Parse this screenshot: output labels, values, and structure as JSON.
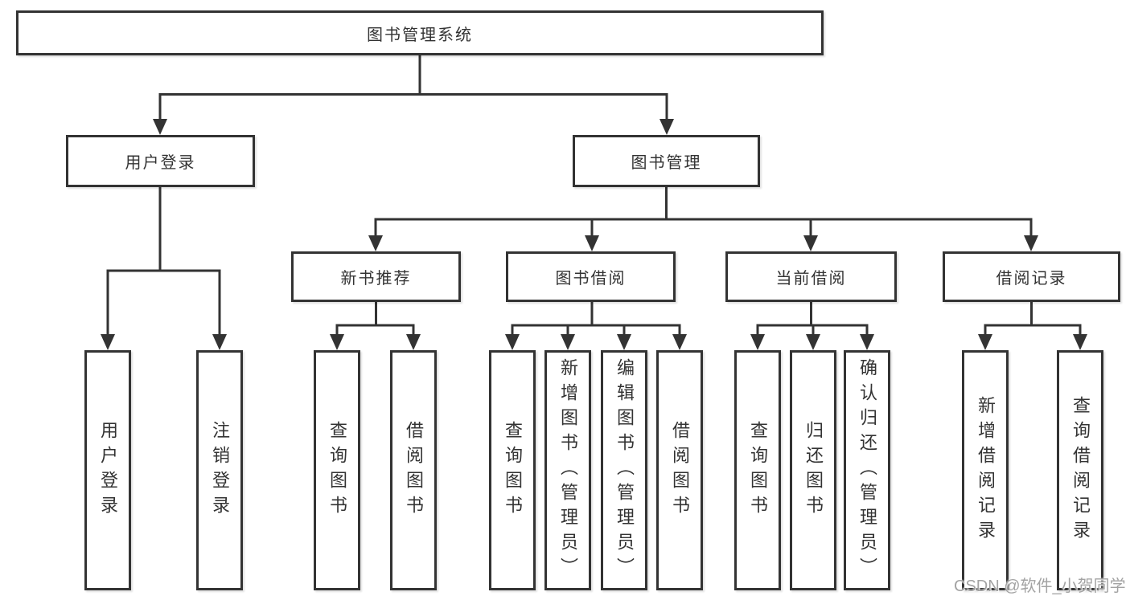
{
  "diagram": {
    "root": {
      "label": "图书管理系统"
    },
    "branches": [
      {
        "label": "用户登录",
        "children": [
          {
            "label": "用户登录"
          },
          {
            "label": "注销登录"
          }
        ]
      },
      {
        "label": "图书管理",
        "children": [
          {
            "label": "新书推荐",
            "children": [
              {
                "label": "查询图书"
              },
              {
                "label": "借阅图书"
              }
            ]
          },
          {
            "label": "图书借阅",
            "children": [
              {
                "label": "查询图书"
              },
              {
                "label": "新增图书（管理员）"
              },
              {
                "label": "编辑图书（管理员）"
              },
              {
                "label": "借阅图书"
              }
            ]
          },
          {
            "label": "当前借阅",
            "children": [
              {
                "label": "查询图书"
              },
              {
                "label": "归还图书"
              },
              {
                "label": "确认归还（管理员）"
              }
            ]
          },
          {
            "label": "借阅记录",
            "children": [
              {
                "label": "新增借阅记录"
              },
              {
                "label": "查询借阅记录"
              }
            ]
          }
        ]
      }
    ],
    "watermark": "CSDN @软件_小贺同学",
    "colors": {
      "line": "#333333",
      "box_border": "#333333",
      "box_fill": "#ffffff",
      "text": "#333333",
      "watermark": "#a3a3a3"
    }
  }
}
